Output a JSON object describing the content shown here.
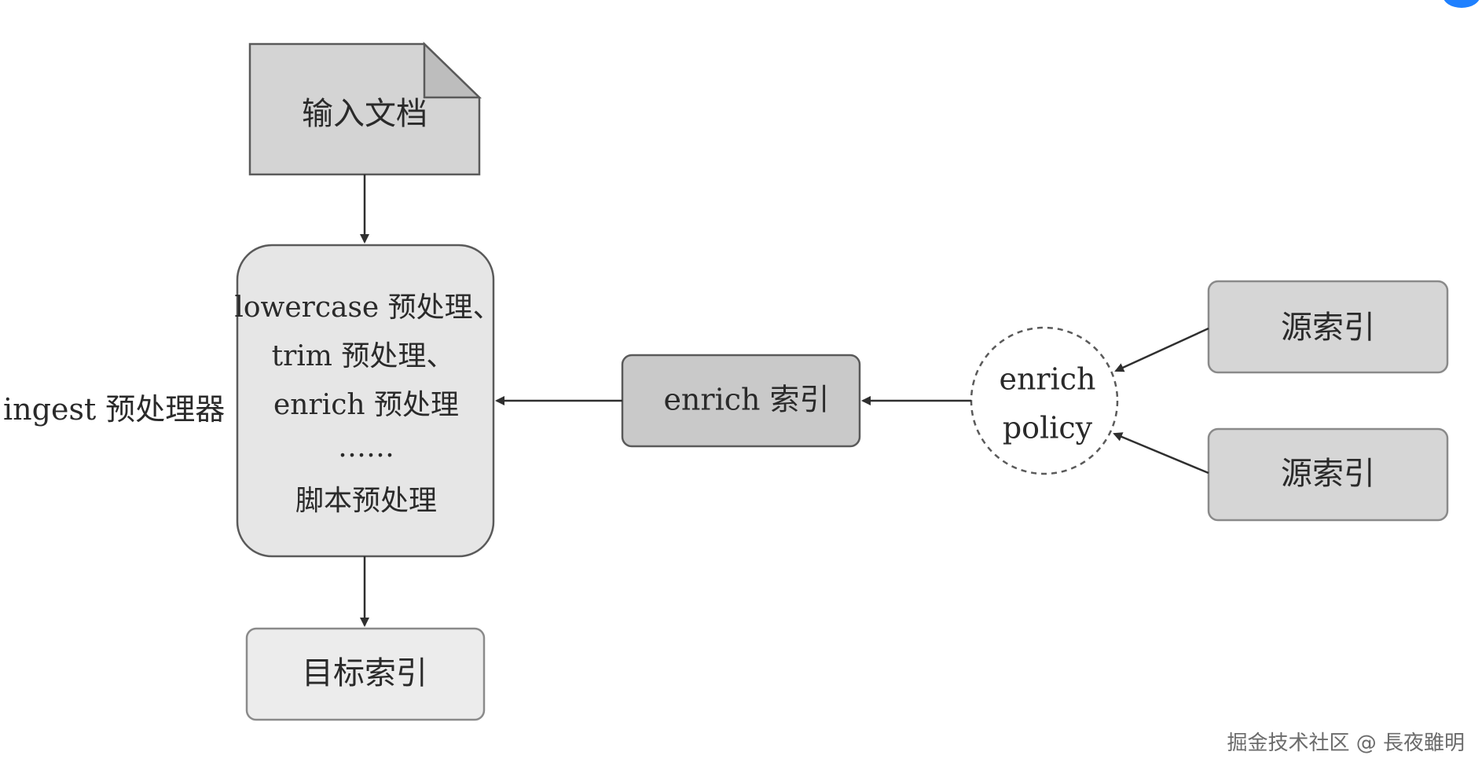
{
  "diagram": {
    "input_doc": "输入文档",
    "ingest_label": "ingest 预处理器",
    "processor_lines": [
      "lowercase 预处理、",
      "trim 预处理、",
      "enrich 预处理",
      "……",
      "脚本预处理"
    ],
    "target_index": "目标索引",
    "enrich_index": "enrich 索引",
    "policy_lines": [
      "enrich",
      "policy"
    ],
    "source_index_1": "源索引",
    "source_index_2": "源索引"
  },
  "watermark": "掘金技术社区 @ 長夜雖明",
  "colors": {
    "doc_fill": "#d4d4d4",
    "processor_fill": "#e6e6e6",
    "target_fill": "#ececec",
    "enrich_fill": "#c9c9c9",
    "source_fill": "#d6d6d6",
    "stroke": "#5a5a5a",
    "accent": "#1e80ff"
  }
}
